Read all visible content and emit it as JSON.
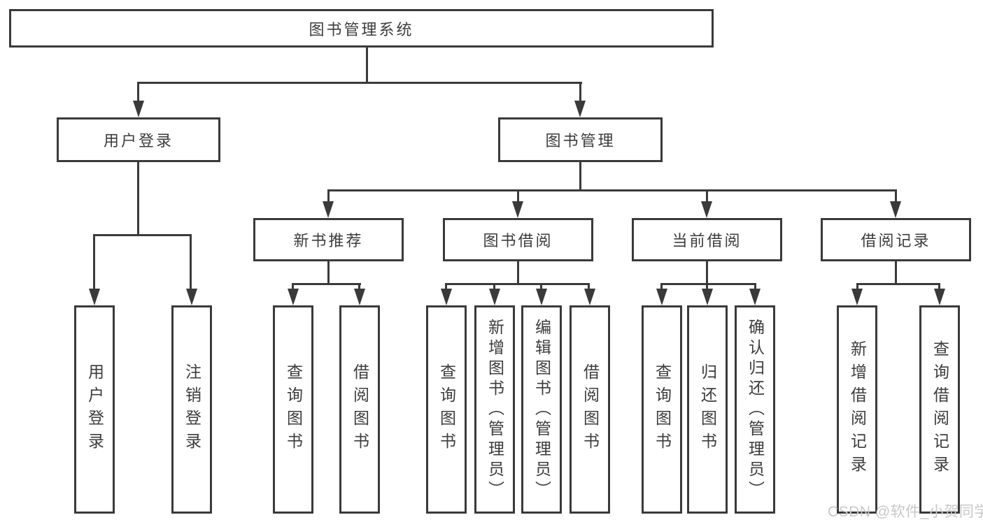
{
  "colors": {
    "line": "#3a3a3a",
    "text": "#3c3c3c",
    "watermark": "#c8c8c8",
    "background": "#ffffff"
  },
  "tree": {
    "label": "图书管理系统",
    "children": [
      {
        "label": "用户登录",
        "children": [
          {
            "label": "用户登录"
          },
          {
            "label": "注销登录"
          }
        ]
      },
      {
        "label": "图书管理",
        "children": [
          {
            "label": "新书推荐",
            "children": [
              {
                "label": "查询图书"
              },
              {
                "label": "借阅图书"
              }
            ]
          },
          {
            "label": "图书借阅",
            "children": [
              {
                "label": "查询图书"
              },
              {
                "label": "新增图书（管理员）"
              },
              {
                "label": "编辑图书（管理员）"
              },
              {
                "label": "借阅图书"
              }
            ]
          },
          {
            "label": "当前借阅",
            "children": [
              {
                "label": "查询图书"
              },
              {
                "label": "归还图书"
              },
              {
                "label": "确认归还（管理员）"
              }
            ]
          },
          {
            "label": "借阅记录",
            "children": [
              {
                "label": "新增借阅记录"
              },
              {
                "label": "查询借阅记录"
              }
            ]
          }
        ]
      }
    ]
  },
  "watermark": {
    "text": "CSDN @软件_小贺同学"
  }
}
